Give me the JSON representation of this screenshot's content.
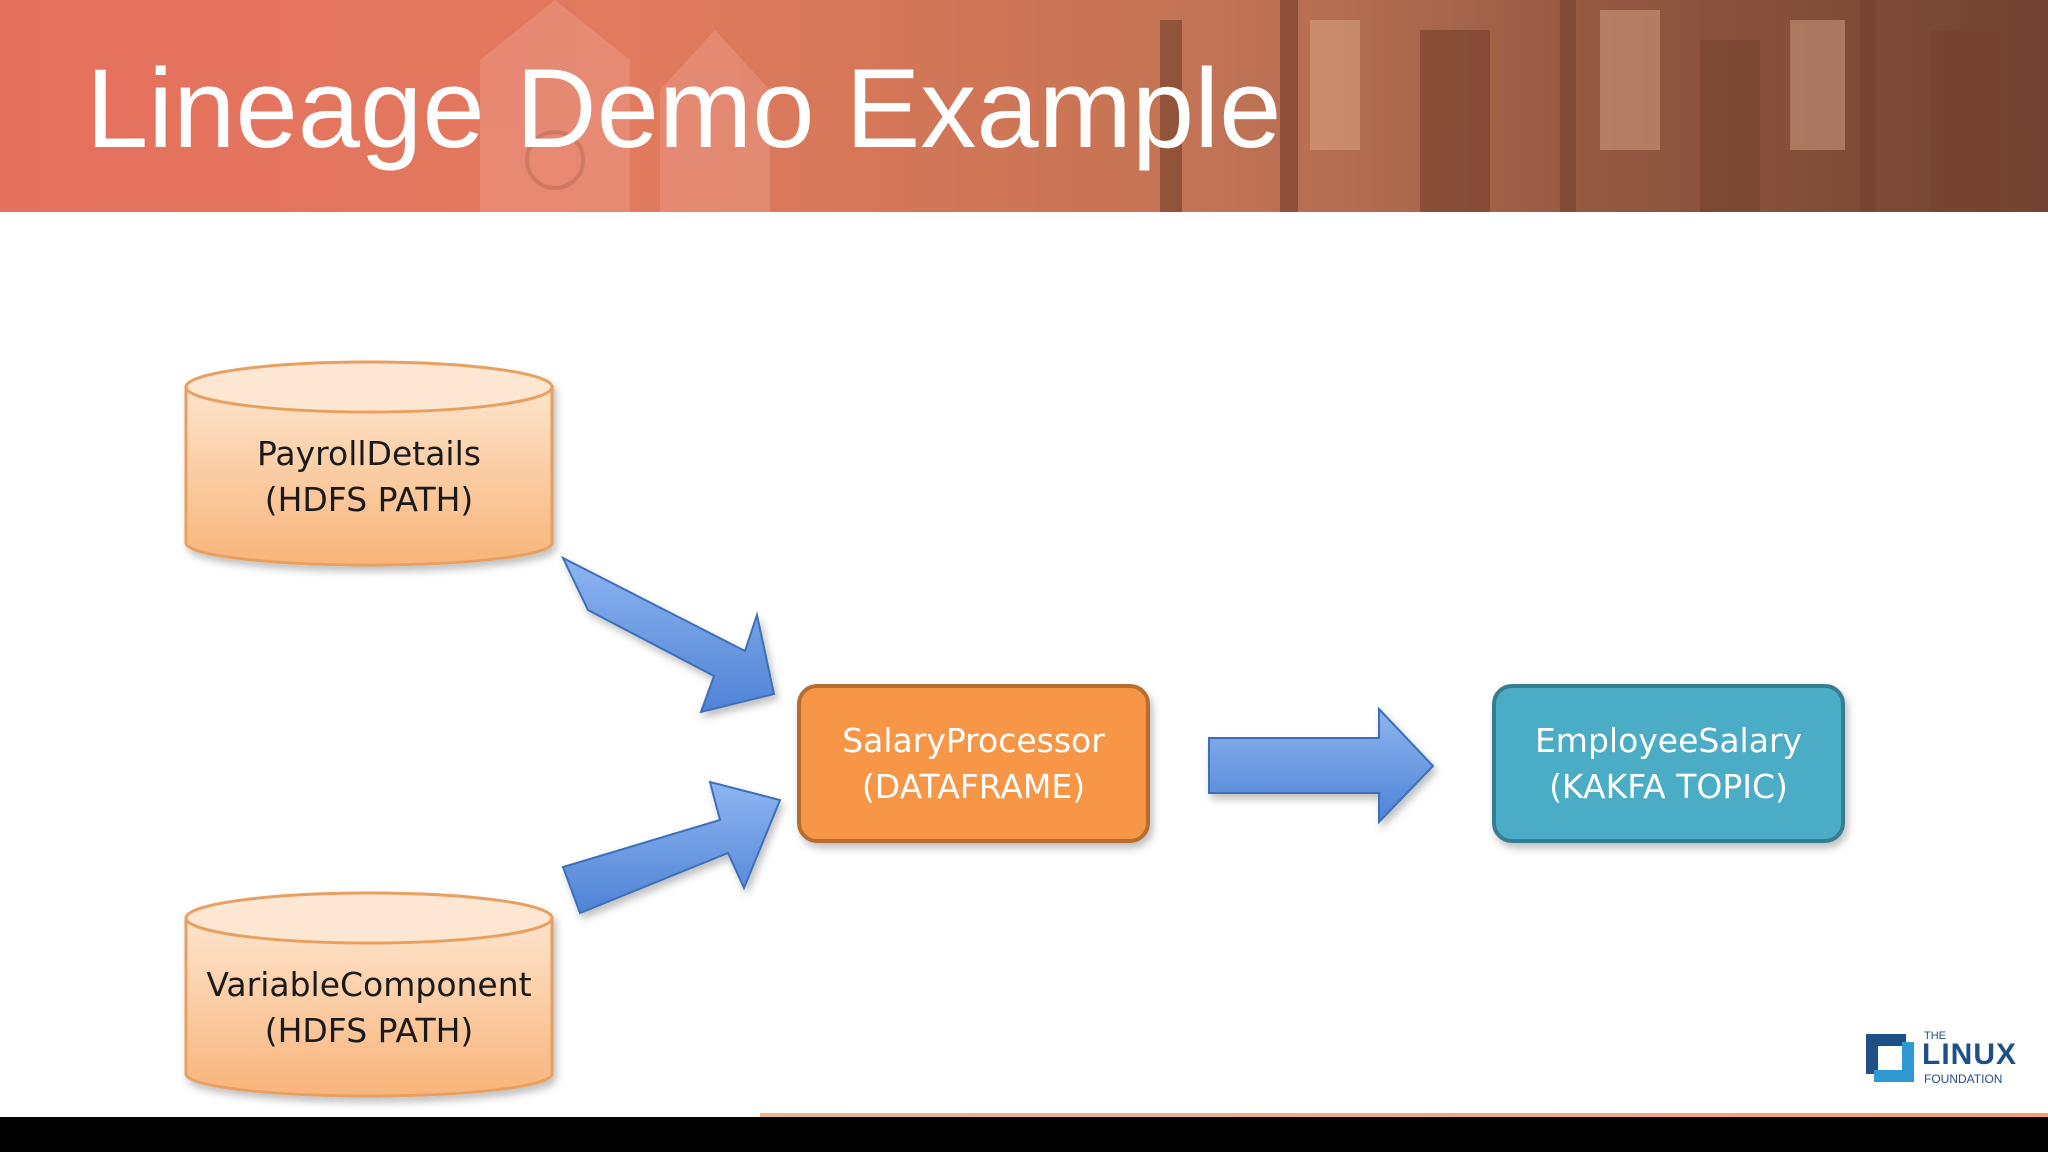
{
  "slide": {
    "title": "Lineage Demo Example"
  },
  "nodes": {
    "payroll": {
      "name": "PayrollDetails",
      "type": "(HDFS PATH)"
    },
    "variable": {
      "name": "VariableComponent",
      "type": "(HDFS PATH)"
    },
    "processor": {
      "name": "SalaryProcessor",
      "type": "(DATAFRAME)"
    },
    "employee": {
      "name": "EmployeeSalary",
      "type": "(KAKFA TOPIC)"
    }
  },
  "logo": {
    "the": "THE",
    "linux": "LINUX",
    "foundation": "FOUNDATION"
  },
  "colors": {
    "header": "#e5705e",
    "cylinder_fill": "#fbc291",
    "cylinder_stroke": "#e7a060",
    "processor_fill": "#f79646",
    "processor_stroke": "#b66d31",
    "topic_fill": "#4bacc6",
    "topic_stroke": "#357d91",
    "arrow_fill": "#6f9ee8",
    "arrow_stroke": "#3d6fb8"
  }
}
